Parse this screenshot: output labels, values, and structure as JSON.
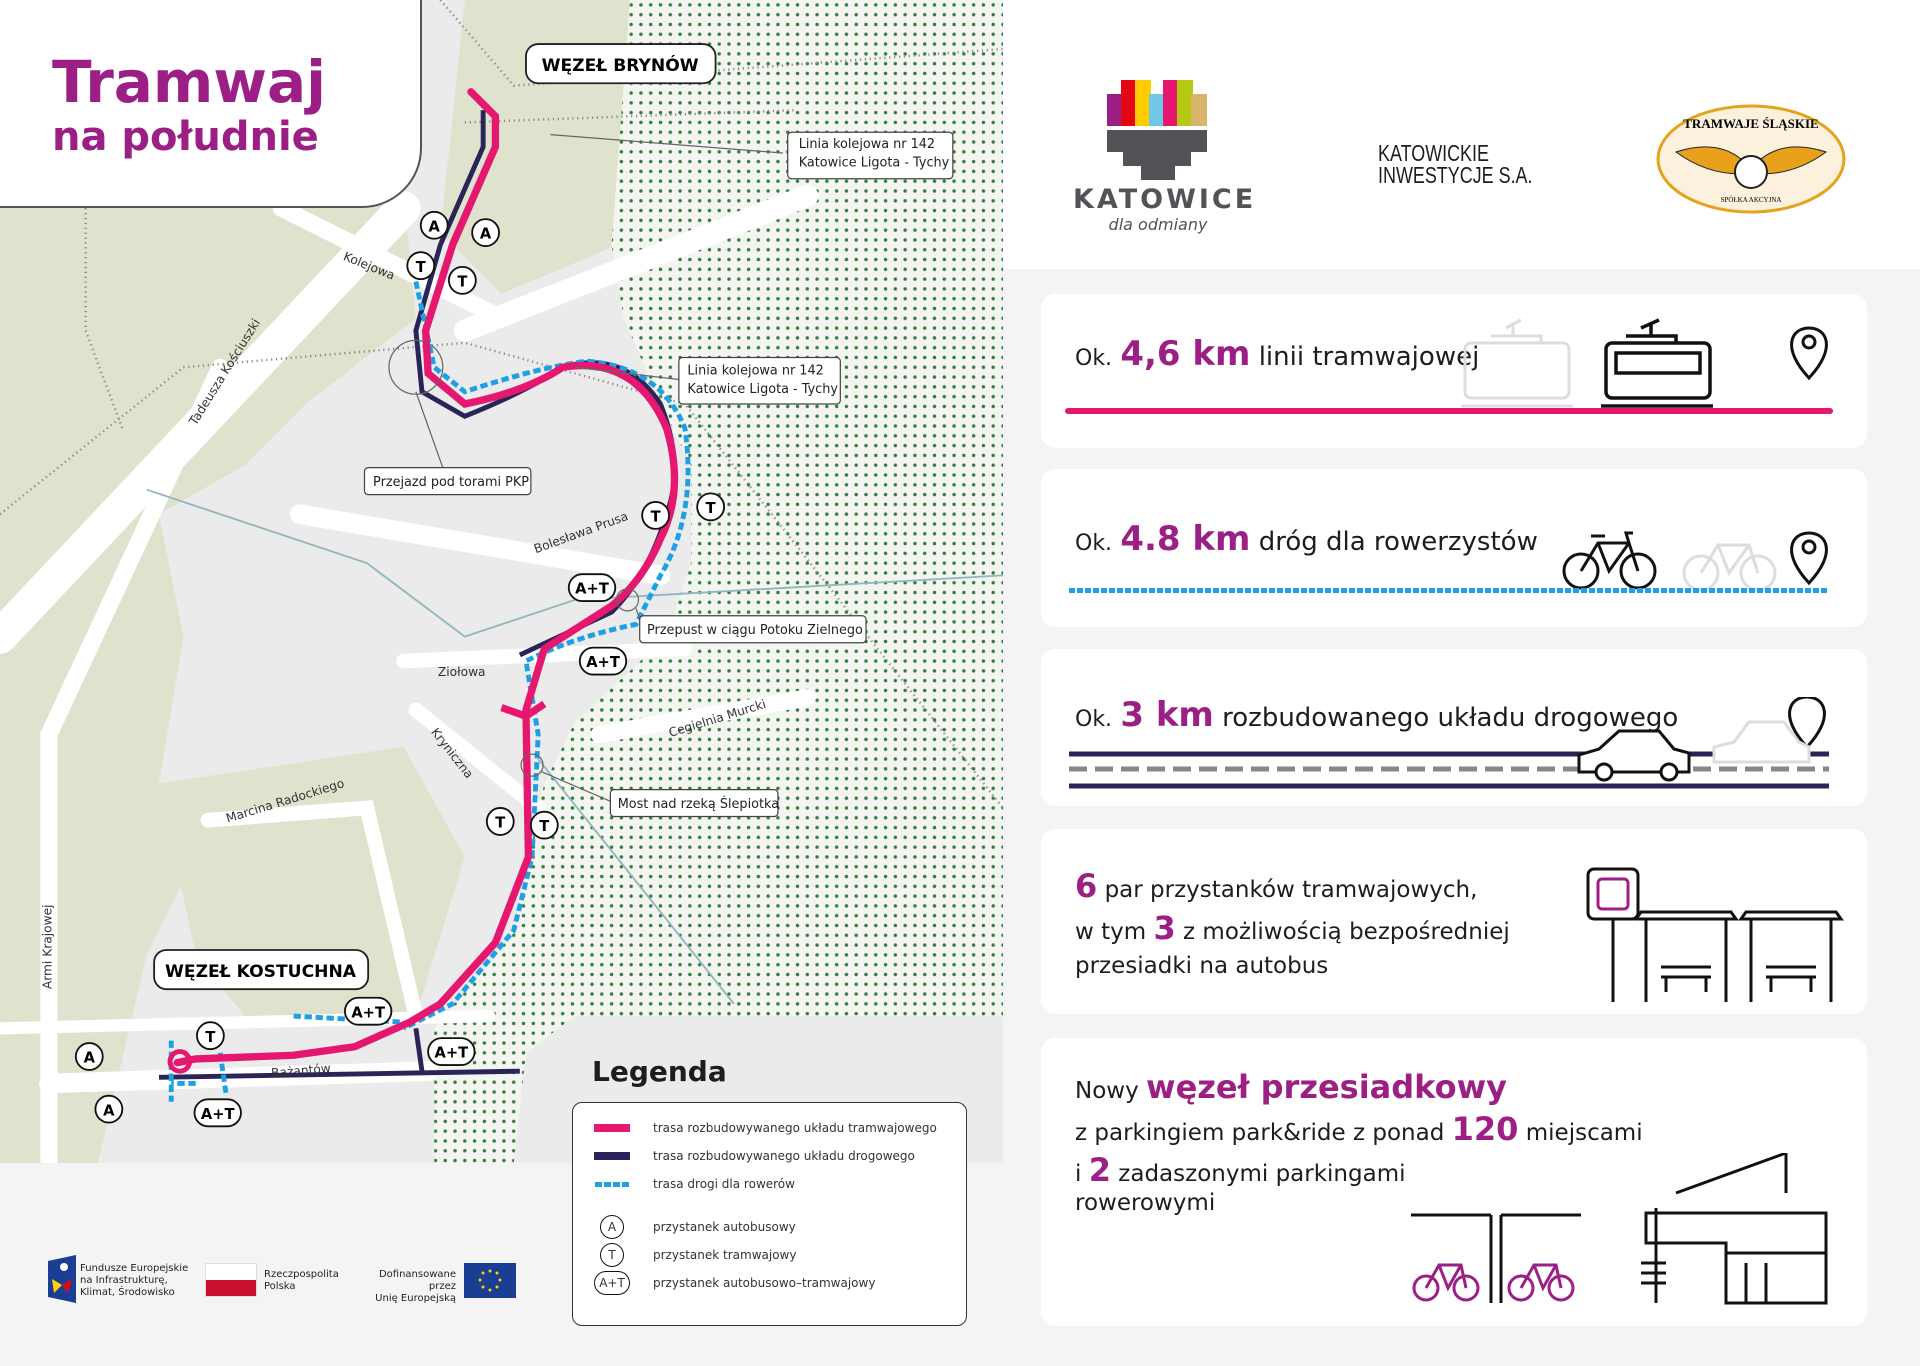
{
  "title": {
    "line1": "Tramwaj",
    "line2": "na południe"
  },
  "colors": {
    "accent": "#9b1f84",
    "tram": "#e6176f",
    "road": "#2a2558",
    "bike": "#1ea0e6",
    "green_area": "#2f7d3b"
  },
  "map": {
    "nodes": {
      "brynow": "WĘZEŁ BRYNÓW",
      "kostuchna": "WĘZEŁ KOSTUCHNA"
    },
    "callouts": {
      "rail_top": [
        "Linia kolejowa nr 142",
        "Katowice Ligota - Tychy"
      ],
      "rail_mid": [
        "Linia kolejowa nr 142",
        "Katowice Ligota - Tychy"
      ],
      "pkp": "Przejazd pod torami PKP",
      "culvert": "Przepust w ciągu Potoku Zielnego",
      "bridge": "Most nad rzeką Ślepiotka"
    },
    "streets": {
      "kolejowa": "Kolejowa",
      "kosciuszki": "Tadeusza Kościuszki",
      "prusa": "Bolesława Prusa",
      "ziolowa": "Ziołowa",
      "kryniczna": "Kryniczna",
      "cegielnia": "Cegielnia Murcki",
      "radockiego": "Marcina Radockiego",
      "armii": "Armi Krajowej",
      "bazantow": "Bażantów"
    },
    "stops": {
      "a": "A",
      "t": "T",
      "at": "A+T"
    }
  },
  "logos": {
    "katowice": "KATOWICE",
    "katowice_tagline": "dla odmiany",
    "ki_line1": "KATOWICKIE",
    "ki_line2": "INWESTYCJE S.A.",
    "ts_top": "TRAMWAJE ŚLĄSKIE",
    "ts_bottom": "SPÓŁKA AKCYJNA"
  },
  "cards": [
    {
      "prefix": "Ok.",
      "value": "4,6 km",
      "text": "linii tramwajowej",
      "icon": "tram-icon"
    },
    {
      "prefix": "Ok.",
      "value": "4.8 km",
      "text": "dróg dla rowerzystów",
      "icon": "bicycle-icon"
    },
    {
      "prefix": "Ok.",
      "value": "3 km",
      "text": "rozbudowanego układu drogowego",
      "icon": "car-icon"
    },
    {
      "n1": "6",
      "l1": "par przystanków tramwajowych,",
      "l2a": "w tym",
      "n2": "3",
      "l2b": "z możliwością bezpośredniej",
      "l3": "przesiadki na autobus",
      "icon": "bus-stop-icon"
    },
    {
      "l1a": "Nowy",
      "l1b": "węzeł przesiadkowy",
      "l2a": "z parkingiem park&ride z ponad",
      "n1": "120",
      "l2b": "miejscami",
      "l3a": "i",
      "n2": "2",
      "l3b": "zadaszonymi parkingami",
      "l4": "rowerowymi",
      "icon": "park-and-ride-icon"
    }
  ],
  "legend": {
    "title": "Legenda",
    "items": [
      "trasa rozbudowywanego układu tramwajowego",
      "trasa rozbudowywanego układu drogowego",
      "trasa drogi dla rowerów",
      "przystanek autobusowy",
      "przystanek tramwajowy",
      "przystanek autobusowo–tramwajowy"
    ],
    "symbols": [
      "A",
      "T",
      "A+T"
    ]
  },
  "funding": {
    "fe": [
      "Fundusze Europejskie",
      "na Infrastrukturę,",
      "Klimat, Środowisko"
    ],
    "rp": [
      "Rzeczpospolita",
      "Polska"
    ],
    "ue": [
      "Dofinansowane przez",
      "Unię Europejską"
    ]
  }
}
